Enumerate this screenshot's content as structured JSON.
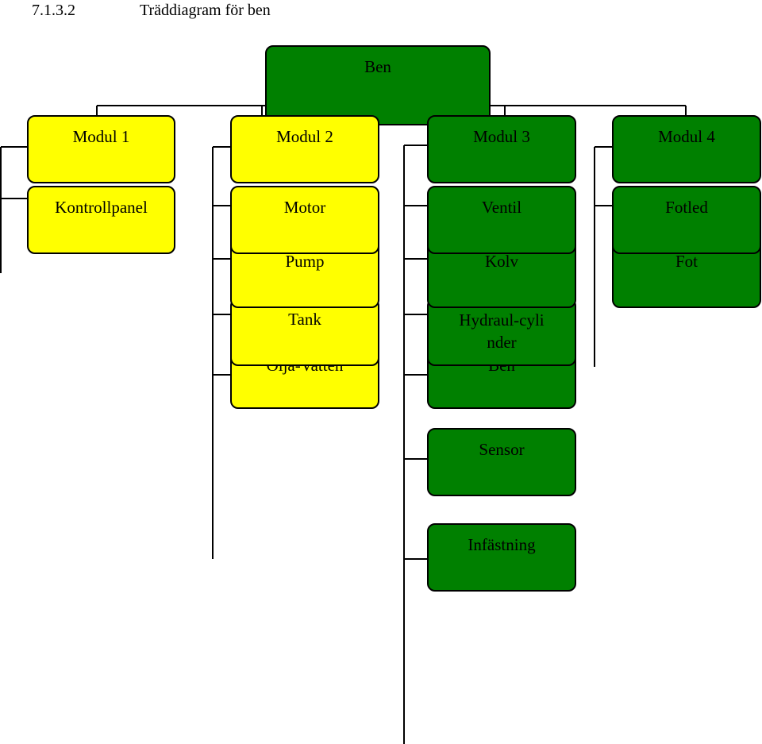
{
  "heading": {
    "number": "7.1.3.2",
    "title": "Träddiagram för ben"
  },
  "colors": {
    "module_yellow": "#ffff00",
    "module_green": "#008000",
    "line": "#000000"
  },
  "tree": {
    "root": "Ben",
    "modules": [
      {
        "label": "Modul 1",
        "color": "yellow",
        "children": [
          "Kontrollpanel"
        ]
      },
      {
        "label": "Modul 2",
        "color": "yellow",
        "children": [
          "Motor",
          "Pump",
          "Tank",
          "Olja-Vatten"
        ]
      },
      {
        "label": "Modul 3",
        "color": "green",
        "children": [
          "Ventil",
          "Kolv",
          "Hydraul-cylinder",
          "Ben",
          "Sensor",
          "Infästning"
        ]
      },
      {
        "label": "Modul 4",
        "color": "green",
        "children": [
          "Fotled",
          "Fot"
        ]
      }
    ]
  }
}
